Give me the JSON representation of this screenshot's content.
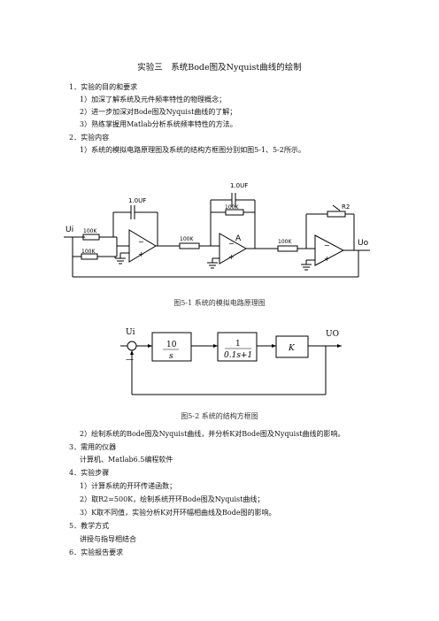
{
  "title": "实验三　系统Bode图及Nyquist曲线的绘制",
  "s1": "1．实验的目的和要求",
  "s1_items": [
    "1）加深了解系统及元件频率特性的物理概念；",
    "2）进一步加深对Bode图及Nyquist曲线的了解；",
    "3）熟练掌握用Matlab分析系统频率特性的方法。"
  ],
  "s2": "2．实验内容",
  "s2_item1": "1）系统的模拟电路原理图及系统的结构方框图分别如图5-1、5-2所示。",
  "circuit": {
    "cap1": "1.0UF",
    "cap2": "1.0UF",
    "res_top": "100K",
    "res_in1": "100K",
    "res_in2": "100K",
    "res_mid1": "100K",
    "res_mid2": "100K",
    "r2": "R2",
    "ui": "Ui",
    "uo": "Uo",
    "amp": "A",
    "caption": "图5-1  系统的模拟电路原理图"
  },
  "block": {
    "ui": "Ui",
    "uo": "UO",
    "minus": "—",
    "b1_num": "10",
    "b1_den": "s",
    "b2_num": "1",
    "b2_den": "0.1s+1",
    "b3": "K",
    "caption": "图5-2  系统的结构方框图"
  },
  "s2_item2": "2）绘制系统的Bode图及Nyquist曲线，并分析K对Bode图及Nyquist曲线的影响。",
  "s3": "3．需用的仪器",
  "s3_body": "计算机、Matlab6.5编程软件",
  "s4": "4．实验步骤",
  "s4_items": [
    "1）计算系统的开环传递函数；",
    "2）取R2=500K，绘制系统开环Bode图及Nyquist曲线；",
    "3）K取不同值，实验分析K对开环幅相曲线及Bode图的影响。"
  ],
  "s5": "5．教学方式",
  "s5_body": "讲授与指导相结合",
  "s6": "6．实验报告要求"
}
